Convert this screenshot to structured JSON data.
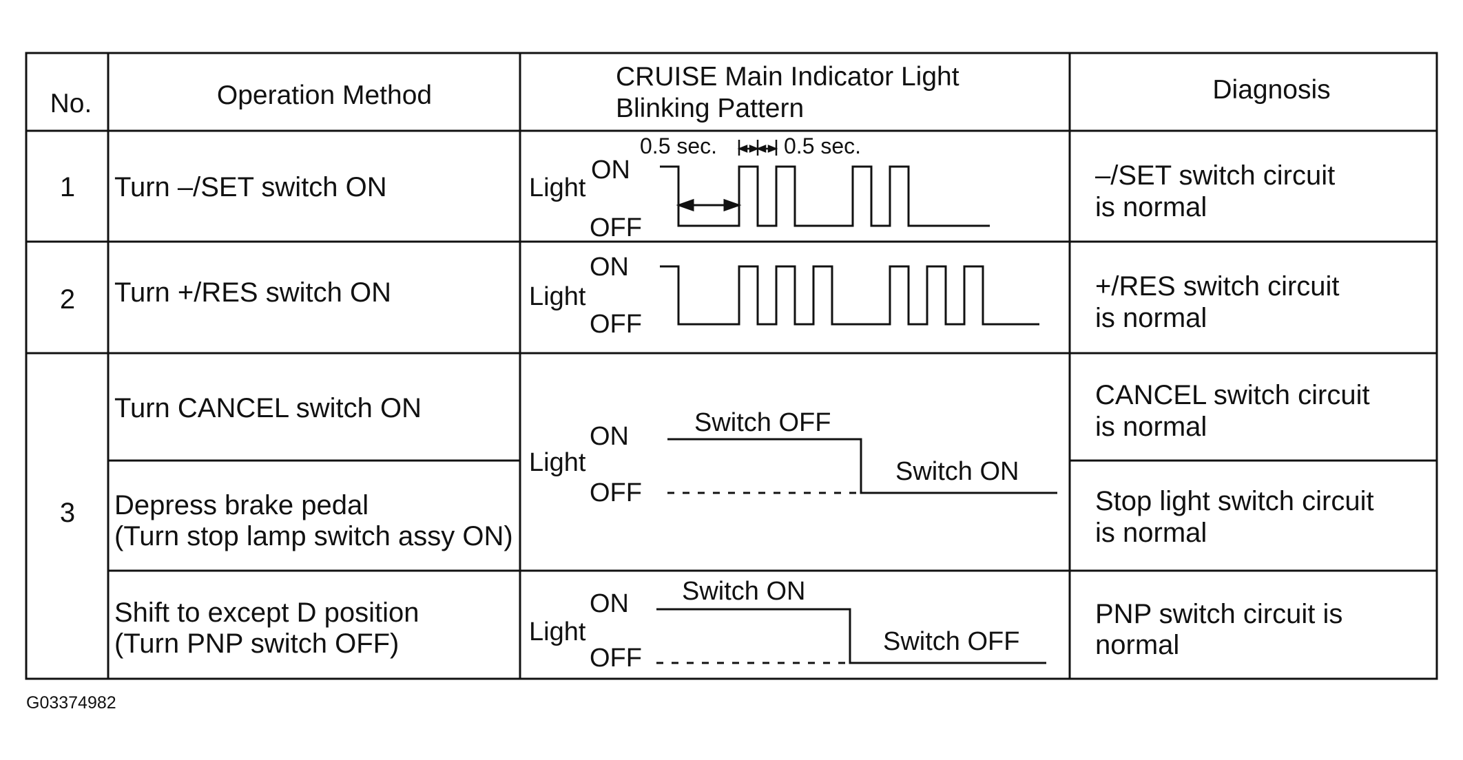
{
  "table": {
    "headers": {
      "no": "No.",
      "operation": "Operation Method",
      "pattern": [
        "CRUISE Main Indicator Light",
        "Blinking Pattern"
      ],
      "diagnosis": "Diagnosis"
    },
    "rows": [
      {
        "no": "1",
        "operation": [
          "Turn –/SET switch ON"
        ],
        "diagnosis": [
          "–/SET switch circuit",
          "is normal"
        ],
        "pattern": {
          "type": "blink",
          "light_label": "Light",
          "on_label": "ON",
          "off_label": "OFF",
          "interval_labels": [
            "0.5 sec.",
            "0.5 sec."
          ],
          "pulses_per_group": 2,
          "groups": 2
        }
      },
      {
        "no": "2",
        "operation": [
          "Turn +/RES switch ON"
        ],
        "diagnosis": [
          "+/RES switch circuit",
          "is normal"
        ],
        "pattern": {
          "type": "blink",
          "light_label": "Light",
          "on_label": "ON",
          "off_label": "OFF",
          "pulses_per_group": 3,
          "groups": 2
        }
      },
      {
        "no": "3",
        "sub": [
          {
            "operation": [
              "Turn CANCEL switch ON"
            ],
            "diagnosis": [
              "CANCEL switch circuit",
              "is normal"
            ]
          },
          {
            "operation": [
              "Depress brake pedal",
              "(Turn stop lamp switch assy ON)"
            ],
            "diagnosis": [
              "Stop light switch circuit",
              "is normal"
            ]
          },
          {
            "operation": [
              "Shift to except D position",
              "(Turn PNP switch OFF)"
            ],
            "diagnosis": [
              "PNP switch circuit is",
              "normal"
            ]
          }
        ],
        "shared_pattern": {
          "light_label": "Light",
          "on_label": "ON",
          "off_label": "OFF",
          "before_label": "Switch OFF",
          "after_label": "Switch ON"
        },
        "pnp_pattern": {
          "light_label": "Light",
          "on_label": "ON",
          "off_label": "OFF",
          "before_label": "Switch ON",
          "after_label": "Switch OFF"
        }
      }
    ]
  },
  "figure_id": "G03374982"
}
